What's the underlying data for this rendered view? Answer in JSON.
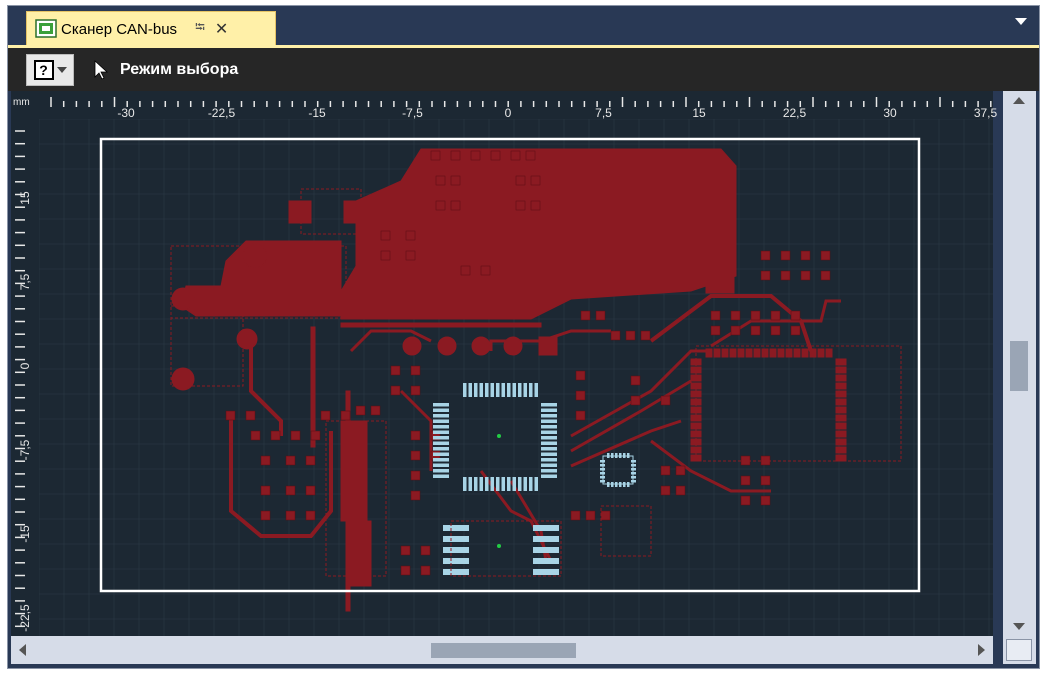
{
  "tab": {
    "title": "Сканер CAN-bus",
    "icon": "board-scanner-icon",
    "pin_icon": "pin-icon",
    "close_icon": "close-icon"
  },
  "toolbar": {
    "help_icon": "help-dropdown-icon",
    "help_glyph": "?",
    "mode_label": "Режим выбора",
    "mode_icon": "cursor-arrow-icon"
  },
  "ruler": {
    "unit": "mm",
    "x_labels": [
      "-30",
      "-22,5",
      "-15",
      "-7,5",
      "0",
      "7,5",
      "15",
      "22,5",
      "30",
      "37,5"
    ],
    "y_labels": [
      "15",
      "7,5",
      "0",
      "-7,5",
      "-15",
      "-22,5"
    ]
  },
  "colors": {
    "background": "#1c2833",
    "copper": "#8b1a22",
    "copper_dark": "#6e1118",
    "pad_light": "#a8d4e6",
    "board_outline": "#ffffff",
    "grid": "#2c3a46",
    "tab_active": "#fff0a8",
    "window_frame": "#293955"
  }
}
